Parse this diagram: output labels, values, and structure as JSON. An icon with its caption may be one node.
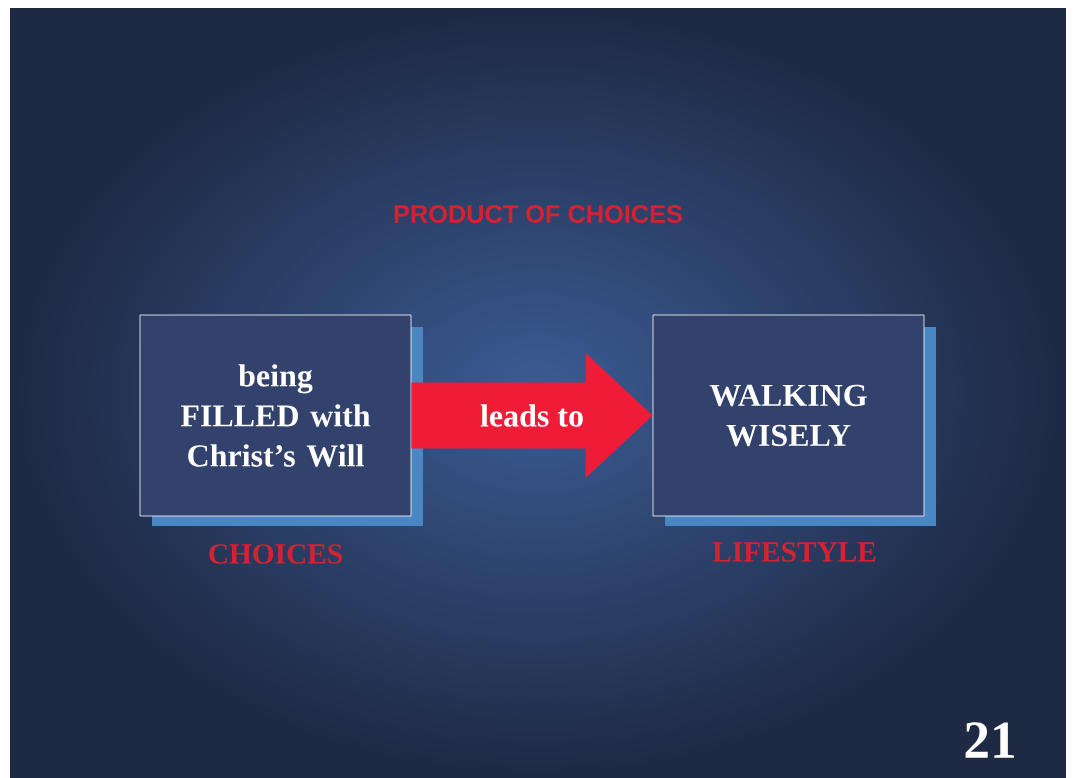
{
  "diagram": {
    "title": "PRODUCT OF CHOICES",
    "nodes": [
      {
        "text": [
          "being FILLED with Christ’s Will"
        ],
        "beside": [
          "CHOICES"
        ]
      },
      {
        "text": [
          "WALKING WISELY"
        ],
        "beside": [
          "LIFESTYLE"
        ]
      }
    ],
    "edges": [
      {
        "from": 0,
        "to": 1,
        "arrow": "to",
        "label": "leads to"
      }
    ],
    "labels": [
      "21"
    ]
  }
}
